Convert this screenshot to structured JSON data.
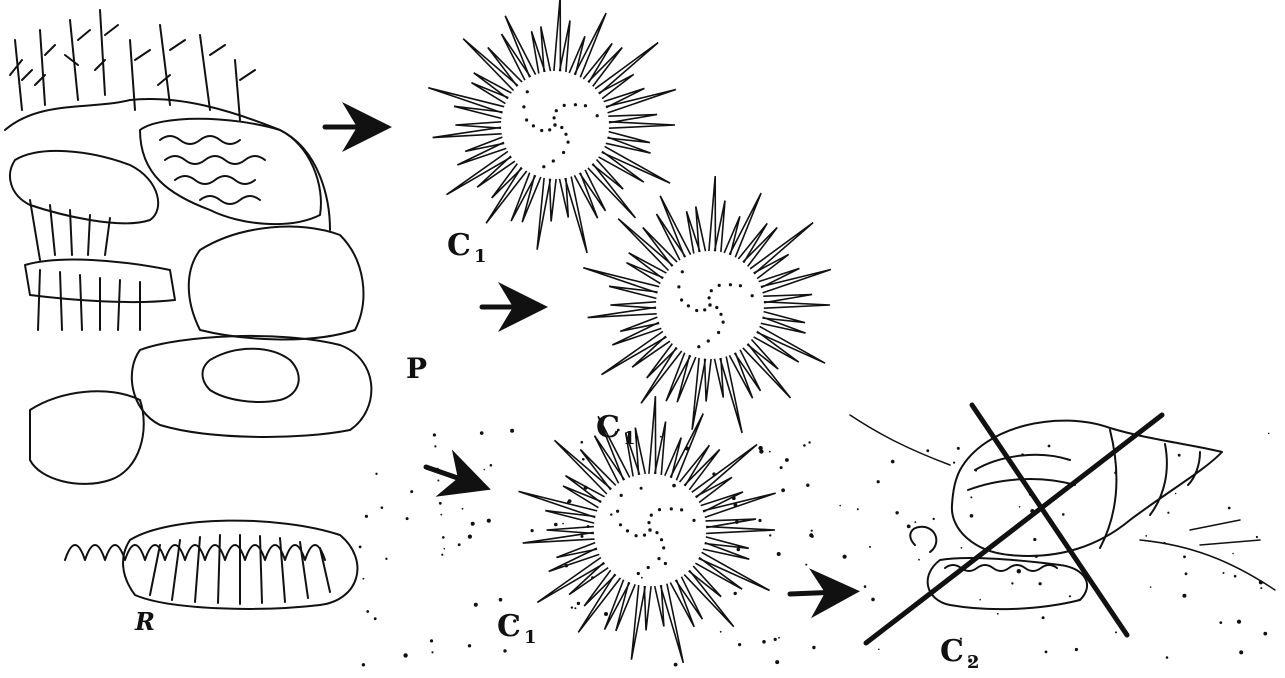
{
  "labels": {
    "producer": "P",
    "consumer1_top": "C",
    "consumer1_top_sub": "1",
    "consumer1_mid": "C",
    "consumer1_mid_sub": "1",
    "consumer1_bottom": "C",
    "consumer1_bottom_sub": "1",
    "consumer2": "C",
    "consumer2_sub": "2",
    "signature": "R"
  },
  "colors": {
    "ink": "#111111",
    "paper": "#ffffff"
  },
  "icons": [
    "urchin-icon",
    "snail-shell-icon",
    "coral-reef-icon",
    "arrow-icon",
    "cross-out-icon"
  ]
}
